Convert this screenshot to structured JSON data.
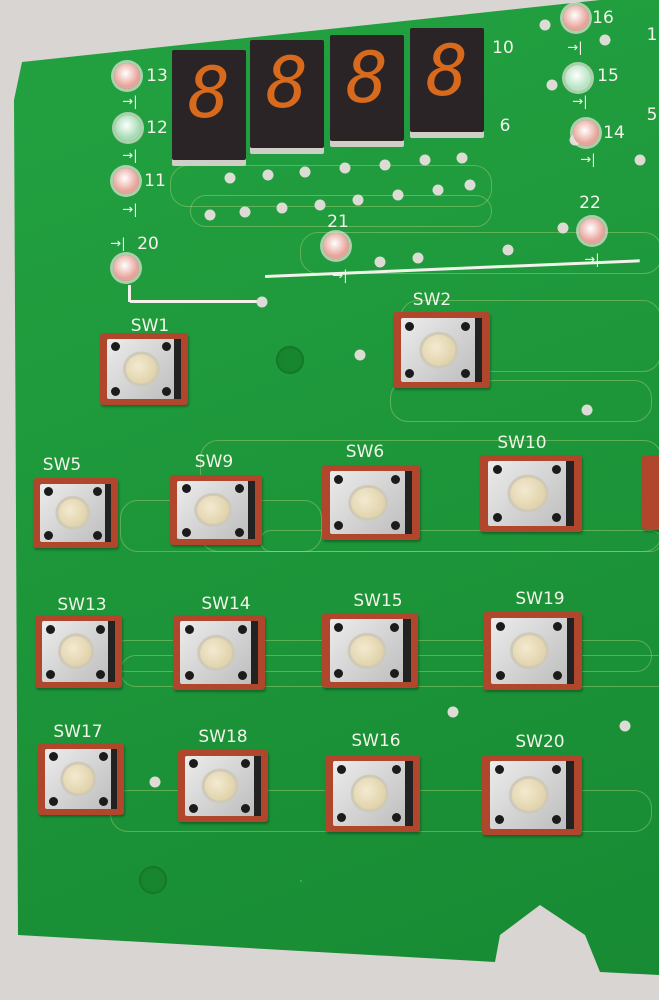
{
  "display": {
    "digits": [
      "8",
      "8",
      "8",
      "8"
    ],
    "segment_color": "#d76a1c",
    "pin_labels": [
      "10",
      "6"
    ]
  },
  "leds": [
    {
      "label": "13",
      "color": "#e8a49a"
    },
    {
      "label": "12",
      "color": "#a8dcb4"
    },
    {
      "label": "11",
      "color": "#e8a49a"
    },
    {
      "label": "20",
      "color": "#e8a49a"
    },
    {
      "label": "21",
      "color": "#e8a49a"
    },
    {
      "label": "22",
      "color": "#e8a49a"
    },
    {
      "label": "16",
      "color": "#e8a49a"
    },
    {
      "label": "15",
      "color": "#b8e4c4"
    },
    {
      "label": "14",
      "color": "#e8a49a"
    }
  ],
  "edge_labels": [
    "1",
    "5"
  ],
  "diode_symbol": "→|",
  "switches": [
    "SW1",
    "SW2",
    "SW5",
    "SW9",
    "SW6",
    "SW10",
    "SW13",
    "SW14",
    "SW15",
    "SW19",
    "SW17",
    "SW18",
    "SW16",
    "SW20"
  ],
  "board_color": "#1f9a3a"
}
